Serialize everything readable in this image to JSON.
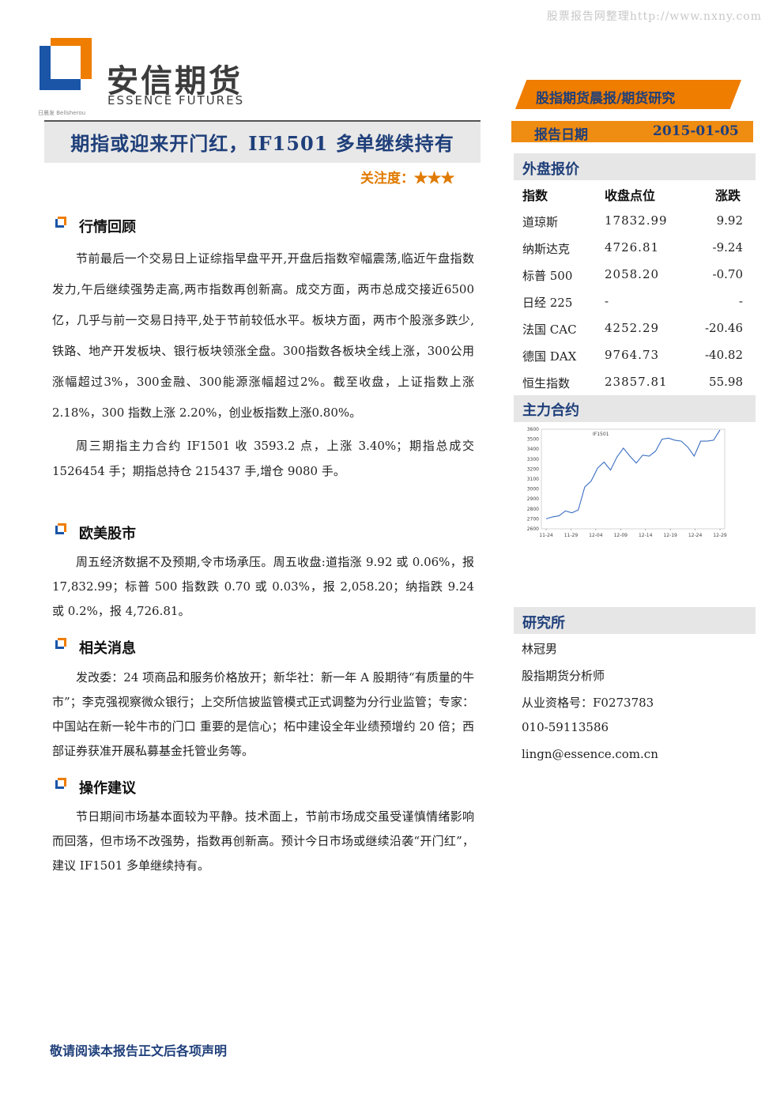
{
  "watermark": "股票报告网整理http://www.nxny.com",
  "brand": {
    "name_cn": "安信期货",
    "name_en": "ESSENCE FUTURES",
    "tiny_line": "日晨发 Bellsherou",
    "colors": {
      "orange": "#ef7d00",
      "navy": "#1f3f7a",
      "blue": "#1a55a8"
    }
  },
  "report": {
    "banner": "股指期货晨报/期货研究",
    "date_label": "报告日期",
    "date_value": "2015-01-05",
    "title": "期指或迎来开门红，IF1501 多单继续持有",
    "attention_label": "关注度：",
    "attention_stars": "★★★",
    "attention_level": 3
  },
  "sections": [
    {
      "title": "行情回顾",
      "paragraphs": [
        "节前最后一个交易日上证综指早盘平开,开盘后指数窄幅震荡,临近午盘指数发力,午后继续强势走高,两市指数再创新高。成交方面，两市总成交接近6500亿，几乎与前一交易日持平,处于节前较低水平。板块方面，两市个股涨多跌少,铁路、地产开发板块、银行板块领涨全盘。300指数各板块全线上涨，300公用涨幅超过3%，300金融、300能源涨幅超过2%。截至收盘，上证指数上涨 2.18%，300 指数上涨 2.20%，创业板指数上涨0.80%。",
        "周三期指主力合约 IF1501 收 3593.2 点，上涨 3.40%；期指总成交1526454 手；期指总持仓 215437 手,增仓 9080 手。"
      ]
    },
    {
      "title": "欧美股市",
      "paragraphs": [
        "周五经济数据不及预期,令市场承压。周五收盘:道指涨 9.92 或 0.06%，报 17,832.99；标普 500 指数跌 0.70 或 0.03%，报 2,058.20；纳指跌 9.24 或 0.2%，报 4,726.81。"
      ]
    },
    {
      "title": "相关消息",
      "paragraphs": [
        "发改委：24 项商品和服务价格放开；新华社：新一年 A 股期待“有质量的牛市”；李克强视察微众银行；上交所信披监管模式正式调整为分行业监管；专家：中国站在新一轮牛市的门口  重要的是信心；柘中建设全年业绩预增约 20 倍；西部证券获准开展私募基金托管业务等。"
      ]
    },
    {
      "title": "操作建议",
      "paragraphs": [
        "节日期间市场基本面较为平静。技术面上，节前市场成交虽受谨慎情绪影响而回落，但市场不改强势，指数再创新高。预计今日市场或继续沿袭“开门红”，建议 IF1501 多单继续持有。"
      ]
    }
  ],
  "overseas": {
    "heading": "外盘报价",
    "columns": [
      "指数",
      "收盘点位",
      "涨跌"
    ],
    "rows": [
      [
        "道琼斯",
        "17832.99",
        "9.92"
      ],
      [
        "纳斯达克",
        "4726.81",
        "-9.24"
      ],
      [
        "标普 500",
        "2058.20",
        "-0.70"
      ],
      [
        "日经 225",
        "-",
        "-"
      ],
      [
        "法国 CAC",
        "4252.29",
        "-20.46"
      ],
      [
        "德国 DAX",
        "9764.73",
        "-40.82"
      ],
      [
        "恒生指数",
        "23857.81",
        "55.98"
      ]
    ]
  },
  "main_contract": {
    "heading": "主力合约",
    "chart_data": {
      "type": "line",
      "legend": "IF1501",
      "x_ticks": [
        "11-24",
        "11-29",
        "12-04",
        "12-09",
        "12-14",
        "12-19",
        "12-24",
        "12-29"
      ],
      "y_ticks": [
        "2600",
        "2700",
        "2800",
        "2900",
        "3000",
        "3100",
        "3200",
        "3300",
        "3400",
        "3500",
        "3600"
      ],
      "ylim": [
        2600,
        3600
      ],
      "series": [
        {
          "name": "IF1501",
          "values": [
            2700,
            2720,
            2730,
            2780,
            2760,
            2790,
            3020,
            3080,
            3210,
            3270,
            3190,
            3320,
            3410,
            3330,
            3260,
            3340,
            3330,
            3380,
            3500,
            3510,
            3490,
            3480,
            3420,
            3330,
            3480,
            3480,
            3490,
            3593
          ]
        }
      ]
    }
  },
  "research": {
    "heading": "研究所",
    "lines": [
      "林冠男",
      "股指期货分析师",
      "从业资格号：F0273783",
      "010-59113586",
      "lingn@essence.com.cn"
    ]
  },
  "footer": "敬请阅读本报告正文后各项声明"
}
